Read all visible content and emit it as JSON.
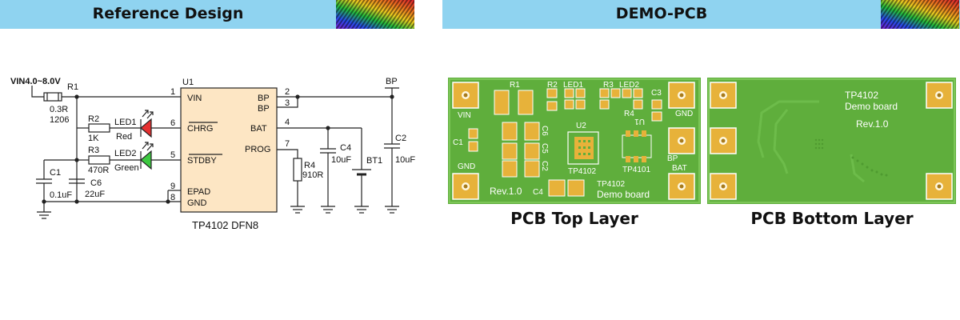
{
  "left_header": {
    "title": "Reference Design"
  },
  "right_header": {
    "title": "DEMO-PCB"
  },
  "schematic": {
    "vin_label": "VIN4.0~8.0V",
    "bp_label": "BP",
    "r1": {
      "ref": "R1",
      "value": "0.3R",
      "package": "1206"
    },
    "r2": {
      "ref": "R2",
      "value": "1K"
    },
    "r3": {
      "ref": "R3",
      "value": "470R"
    },
    "r4": {
      "ref": "R4",
      "value": "910R"
    },
    "c1": {
      "ref": "C1",
      "value": "0.1uF"
    },
    "c6": {
      "ref": "C6",
      "value": "22uF"
    },
    "c4": {
      "ref": "C4",
      "value": "10uF"
    },
    "c2": {
      "ref": "C2",
      "value": "10uF"
    },
    "led1": {
      "ref": "LED1",
      "color": "Red"
    },
    "led2": {
      "ref": "LED2",
      "color": "Green"
    },
    "bt1": {
      "ref": "BT1"
    },
    "u1": {
      "ref": "U1",
      "part": "TP4102 DFN8",
      "pins_left": [
        {
          "num": "1",
          "name": "VIN"
        },
        {
          "num": "6",
          "name": "CHRG"
        },
        {
          "num": "5",
          "name": "STDBY"
        },
        {
          "num": "9",
          "name": "EPAD"
        },
        {
          "num": "8",
          "name": "GND"
        }
      ],
      "pins_right": [
        {
          "num": "2",
          "name": "BP"
        },
        {
          "num": "3",
          "name": "BP"
        },
        {
          "num": "4",
          "name": "BAT"
        },
        {
          "num": "7",
          "name": "PROG"
        }
      ]
    }
  },
  "pcb_top": {
    "caption": "PCB Top Layer",
    "silkscreen": [
      "R1",
      "R2",
      "LED1",
      "R3",
      "LED2",
      "C3",
      "VIN",
      "GND",
      "C1",
      "C6",
      "C5",
      "C2",
      "U2",
      "R4",
      "U1",
      "TP4102",
      "TP4101",
      "BP",
      "BAT",
      "GND",
      "Rev.1.0",
      "C4",
      "TP4102",
      "Demo board"
    ]
  },
  "pcb_bottom": {
    "caption": "PCB Bottom Layer",
    "silkscreen": [
      "TP4102",
      "Demo board",
      "Rev.1.0"
    ]
  },
  "colors": {
    "header": "#8fd3f0",
    "pcb_green": "#5fae3c",
    "pad_gold": "#e7b23a",
    "ic_fill": "#fde6c4",
    "led_red": "#e53030",
    "led_green": "#3cc840"
  }
}
